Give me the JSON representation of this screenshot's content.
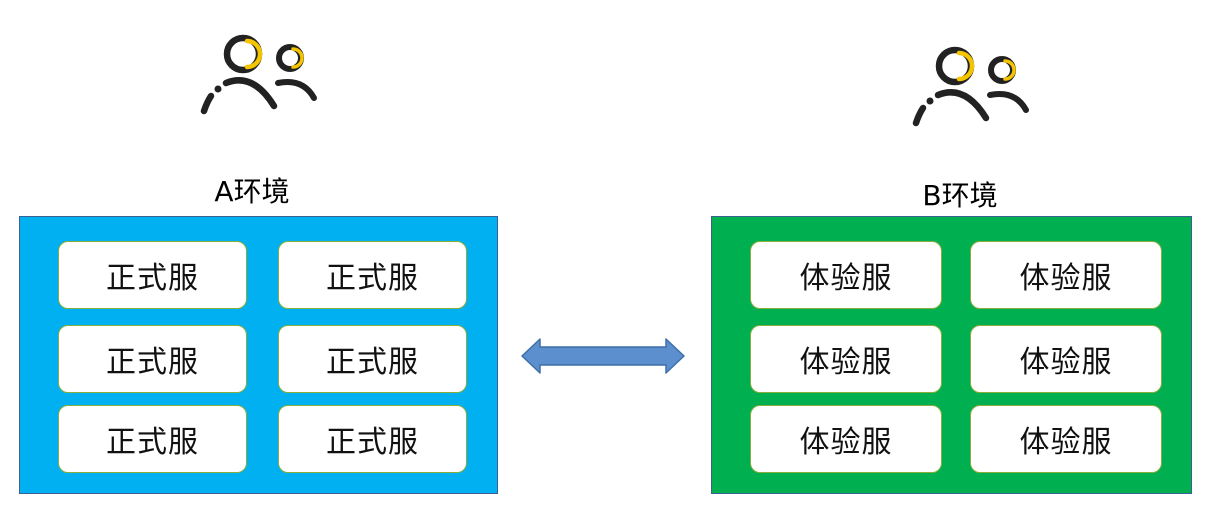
{
  "colors": {
    "env_a_fill": "#00b0f0",
    "env_b_fill": "#00b050",
    "arrow_fill": "#5b8fcd",
    "icon_accent": "#f5c400",
    "icon_stroke": "#222222"
  },
  "env_a": {
    "title": "A环境",
    "servers": [
      "正式服",
      "正式服",
      "正式服",
      "正式服",
      "正式服",
      "正式服"
    ]
  },
  "env_b": {
    "title": "B环境",
    "servers": [
      "体验服",
      "体验服",
      "体验服",
      "体验服",
      "体验服",
      "体验服"
    ]
  },
  "icons": {
    "users_a": "users-icon",
    "users_b": "users-icon",
    "connector": "double-arrow-icon"
  }
}
